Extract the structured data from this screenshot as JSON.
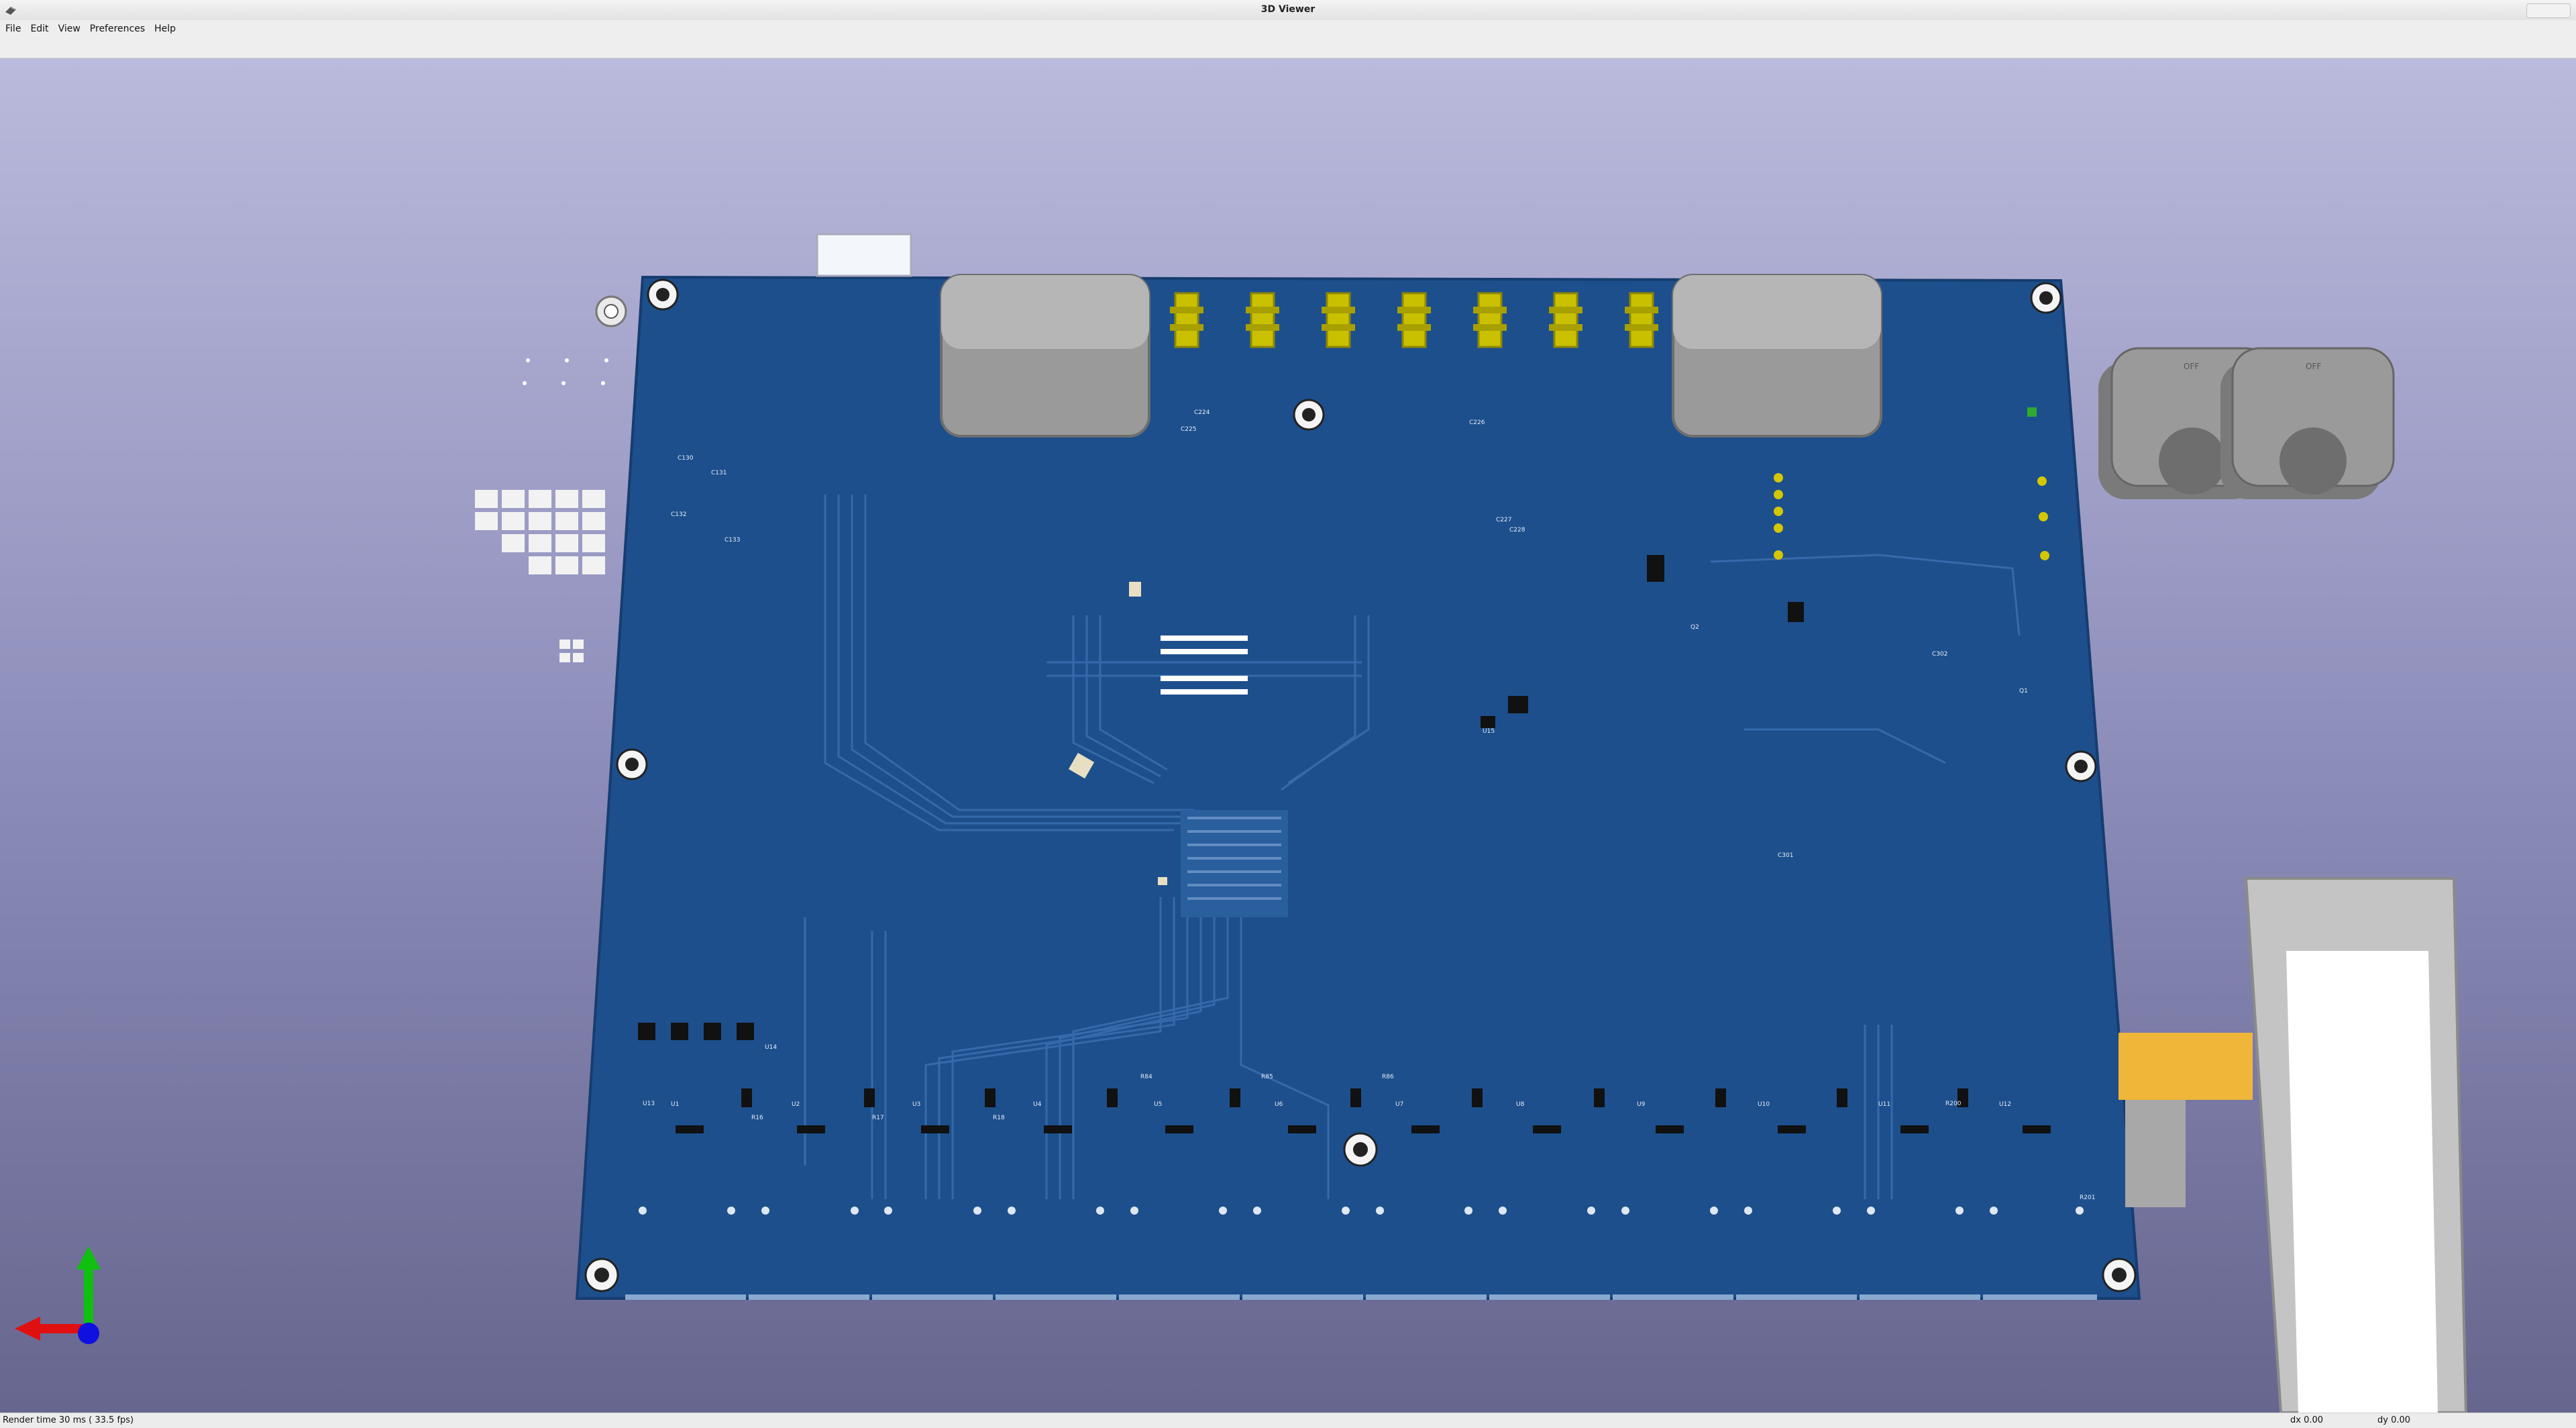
{
  "window": {
    "title": "3D Viewer"
  },
  "menu": {
    "items": [
      {
        "label": "File"
      },
      {
        "label": "Edit"
      },
      {
        "label": "View"
      },
      {
        "label": "Preferences"
      },
      {
        "label": "Help"
      }
    ]
  },
  "viewport": {
    "background_top": "#babadc",
    "background_bottom": "#66668e",
    "board_color": "#1d4f8c",
    "trace_color": "#3a6fb0",
    "connector_color": "#c9c000",
    "fan_color": "#8e8e8e",
    "fan_labels": [
      "OFF",
      "OFF"
    ],
    "component_labels": [
      "U1",
      "U2",
      "U3",
      "U4",
      "U5",
      "U6",
      "U7",
      "U8",
      "U9",
      "U10",
      "U11",
      "U12",
      "U13",
      "U14",
      "U15",
      "R16",
      "R17",
      "R18",
      "C130",
      "C131",
      "C132",
      "C133",
      "C224",
      "C225",
      "C226",
      "C227",
      "C228",
      "R84",
      "R85",
      "R86",
      "C301",
      "C302",
      "Q1",
      "Q2",
      "R200",
      "R201"
    ]
  },
  "axes_gizmo": {
    "x_color": "#e01010",
    "y_color": "#10c010",
    "z_color": "#1010e0"
  },
  "status": {
    "render": "Render time 30 ms ( 33.5 fps)",
    "dx": "dx 0.00",
    "dy": "dy 0.00"
  }
}
